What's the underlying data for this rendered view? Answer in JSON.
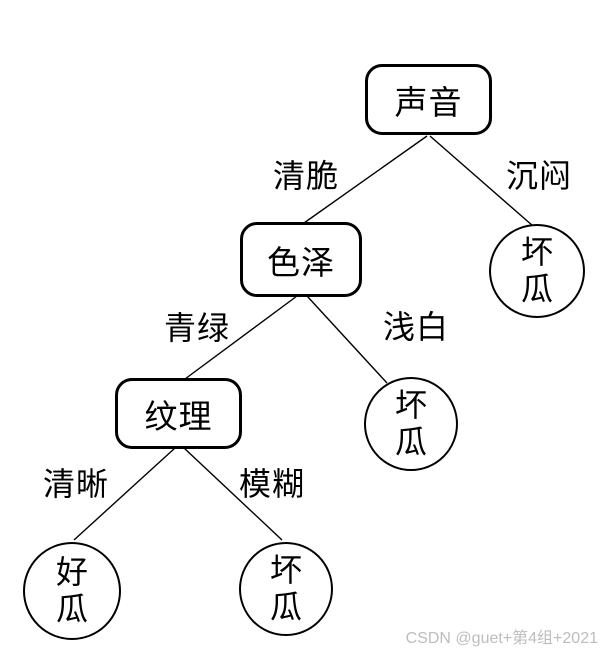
{
  "tree": {
    "root": {
      "label": "声音",
      "children": [
        {
          "edge": "清脆",
          "node": {
            "label": "色泽",
            "children": [
              {
                "edge": "青绿",
                "node": {
                  "label": "纹理",
                  "children": [
                    {
                      "edge": "清晰",
                      "node": {
                        "label": "好瓜",
                        "leaf": true
                      }
                    },
                    {
                      "edge": "模糊",
                      "node": {
                        "label": "坏瓜",
                        "leaf": true
                      }
                    }
                  ]
                }
              },
              {
                "edge": "浅白",
                "node": {
                  "label": "坏瓜",
                  "leaf": true
                }
              }
            ]
          }
        },
        {
          "edge": "沉闷",
          "node": {
            "label": "坏瓜",
            "leaf": true
          }
        }
      ]
    }
  },
  "watermark": "CSDN @guet+第4组+2021",
  "colors": {
    "stroke": "#000000",
    "background": "#ffffff",
    "watermark_text": "#bdbdbd"
  }
}
